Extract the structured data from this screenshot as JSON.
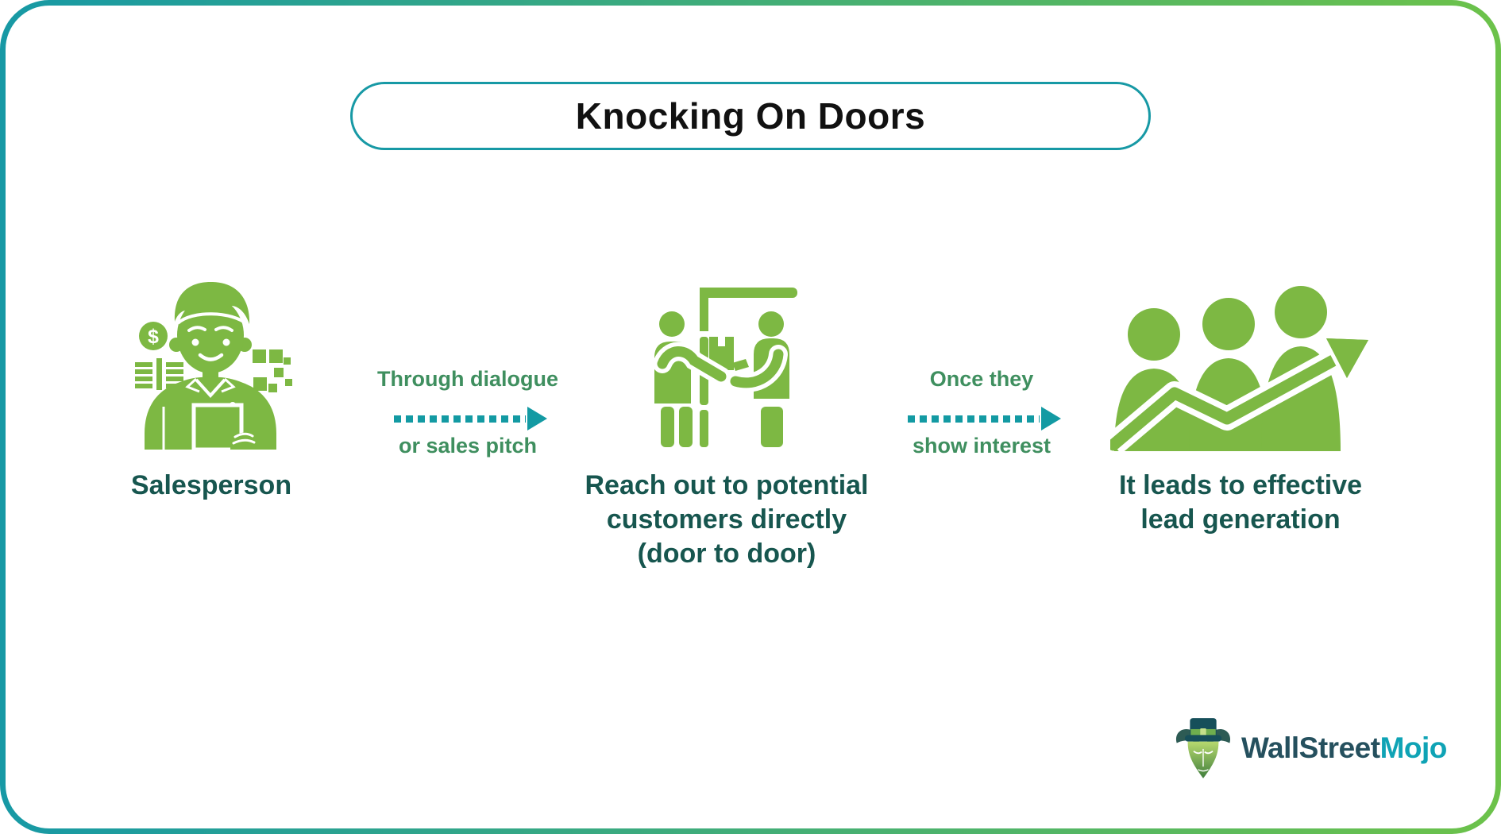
{
  "title": "Knocking On Doors",
  "steps": [
    {
      "icon": "salesperson-icon",
      "caption_lines": [
        "Salesperson"
      ]
    },
    {
      "icon": "door-to-door-handover-icon",
      "caption_lines": [
        "Reach out to potential",
        "customers directly",
        "(door to door)"
      ]
    },
    {
      "icon": "lead-growth-people-arrow-icon",
      "caption_lines": [
        "It leads to effective",
        "lead generation"
      ]
    }
  ],
  "connectors": [
    {
      "icon": "dotted-arrow-right",
      "label_top": "Through dialogue",
      "label_bottom": "or sales pitch"
    },
    {
      "icon": "dotted-arrow-right",
      "label_top": "Once they",
      "label_bottom": "show interest"
    }
  ],
  "logo": {
    "icon": "bull-with-top-hat-icon",
    "brand_primary": "WallStreet",
    "brand_accent": "Mojo"
  },
  "colors": {
    "icon_green": "#7db843",
    "heading_text": "#111111",
    "label_teal": "#17564f",
    "caption_green": "#3f8f5f",
    "arrow_teal": "#139aa3",
    "frame_teal": "#1799a5",
    "frame_green": "#6cc24a",
    "logo_dark": "#25505e",
    "logo_accent": "#0fa3b5"
  }
}
